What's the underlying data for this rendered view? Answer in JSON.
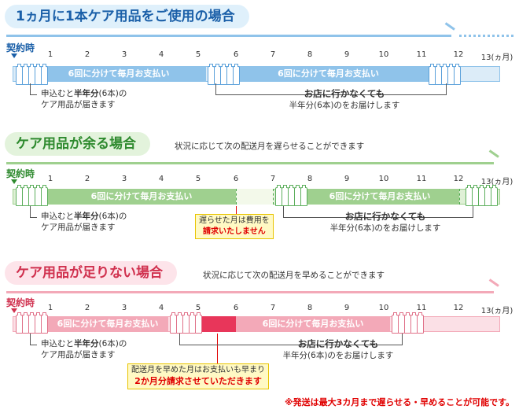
{
  "sections": [
    {
      "title": "1ヵ月に1本ケア用品をご使用の場合",
      "description": "",
      "colors": {
        "accent": "#3a8fd8",
        "title_bg": "#dff0fb",
        "title_text": "#1a5fa8",
        "bar_light": "#dcecf8",
        "bar_mid": "#8fc3ea",
        "bar_dark": "#3a8fd8",
        "bottle": "#5aa0da"
      },
      "contract_label": "契約時",
      "months": [
        "1",
        "2",
        "3",
        "4",
        "5",
        "6",
        "7",
        "8",
        "9",
        "10",
        "11",
        "12",
        "13(ヵ月)"
      ],
      "segments": [
        "6回に分けて毎月お支払い",
        "6回に分けて毎月お支払い"
      ],
      "note_left": {
        "line1_pre": "申込むと",
        "line1_bold": "半年分",
        "line1_post": "(6本)の",
        "line2": "ケア用品が届きます"
      },
      "note_right": {
        "line1": "お店に行かなくても",
        "line2": "半年分(6本)のをお届けします"
      },
      "warning": null
    },
    {
      "title": "ケア用品が余る場合",
      "description": "状況に応じて次の配送月を遅らせることができます",
      "colors": {
        "accent": "#4aa84a",
        "title_bg": "#e3f3dc",
        "title_text": "#2e8a2e",
        "bar_light": "#dff0d6",
        "bar_mid": "#9fd08f",
        "bar_dark": "#4aa84a",
        "bottle": "#5cae5c"
      },
      "contract_label": "契約時",
      "months": [
        "1",
        "2",
        "3",
        "4",
        "5",
        "6",
        "7",
        "8",
        "9",
        "10",
        "11",
        "12",
        "13(ヵ月)"
      ],
      "segments": [
        "6回に分けて毎月お支払い",
        "6回に分けて毎月お支払い"
      ],
      "note_left": {
        "line1_pre": "申込むと",
        "line1_bold": "半年分",
        "line1_post": "(6本)の",
        "line2": "ケア用品が届きます"
      },
      "note_right": {
        "line1": "お店に行かなくても",
        "line2": "半年分(6本)のをお届けします"
      },
      "warning": {
        "line1": "遅らせた月は費用を",
        "line2": "請求いたしません"
      }
    },
    {
      "title": "ケア用品が足りない場合",
      "description": "状況に応じて次の配送月を早めることができます",
      "colors": {
        "accent": "#e0607a",
        "title_bg": "#fde4ea",
        "title_text": "#d0304e",
        "bar_light": "#fbe0e6",
        "bar_mid": "#f3a9b8",
        "bar_dark": "#e0607a",
        "bottle": "#e07088"
      },
      "contract_label": "契約時",
      "months": [
        "1",
        "2",
        "3",
        "4",
        "5",
        "6",
        "7",
        "8",
        "9",
        "10",
        "11",
        "12",
        "13(ヵ月)"
      ],
      "segments": [
        "6回に分けて毎月お支払い",
        "6回に分けて毎月お支払い"
      ],
      "note_left": {
        "line1_pre": "申込むと",
        "line1_bold": "半年分",
        "line1_post": "(6本)の",
        "line2": "ケア用品が届きます"
      },
      "note_right": {
        "line1": "お店に行かなくても",
        "line2": "半年分(6本)のをお届けします"
      },
      "warning": {
        "line1": "配送月を早めた月はお支払いも早まり",
        "line2": "2か月分請求させていただきます"
      }
    }
  ],
  "footer_note": "※発送は最大3カ月まで遅らせる・早めることが可能です。",
  "highlight_colors": {
    "delay_gap": "#f3f9ea",
    "early_gap": "#e8365a",
    "warning_text": "#e00000"
  }
}
